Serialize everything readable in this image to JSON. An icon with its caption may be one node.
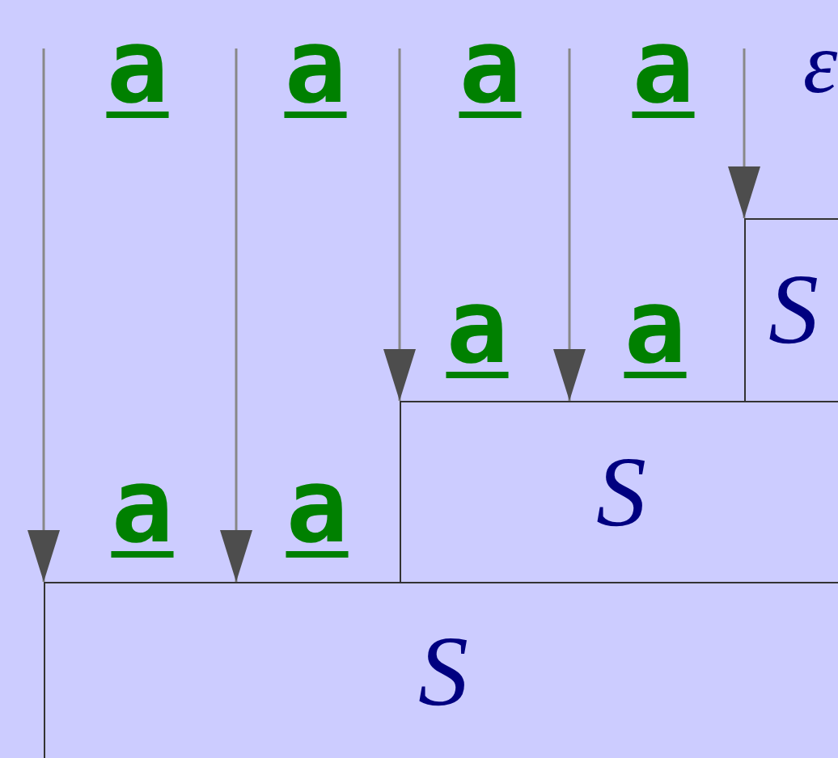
{
  "diagram": {
    "nodes": [
      {
        "text": [
          "S"
        ]
      },
      {
        "text": [
          "S"
        ]
      },
      {
        "text": [
          "S"
        ]
      }
    ],
    "edges": [
      {
        "from": null,
        "to": 2,
        "arrow": "to"
      },
      {
        "from": null,
        "to": 2,
        "arrow": "to"
      },
      {
        "from": null,
        "to": 1,
        "arrow": "to"
      },
      {
        "from": null,
        "to": 1,
        "arrow": "to"
      },
      {
        "from": null,
        "to": 0,
        "arrow": "to"
      }
    ],
    "labels": [
      "a",
      "a",
      "a",
      "a",
      "ε",
      "a",
      "a",
      "a",
      "a"
    ]
  }
}
